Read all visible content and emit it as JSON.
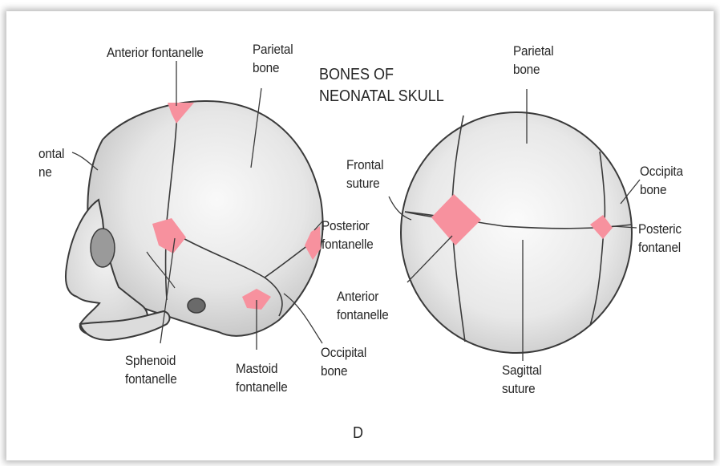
{
  "title": "BONES OF\nNEONATAL SKULL",
  "panel_label": "D",
  "labels": {
    "anterior_fontanelle_top": "Anterior fontanelle",
    "parietal_bone_left": "Parietal\nbone",
    "frontal_bone_left": "ontal\nne",
    "sphenoid_fontanelle": "Sphenoid\nfontanelle",
    "mastoid_fontanelle": "Mastoid\nfontanelle",
    "occipital_bone_left": "Occipital\nbone",
    "posterior_fontanelle_left": "Posterior\nfontanelle",
    "parietal_bone_right": "Parietal\nbone",
    "frontal_suture": "Frontal\nsuture",
    "anterior_fontanelle_right": "Anterior\nfontanelle",
    "sagittal_suture": "Sagittal\nsuture",
    "occipital_bone_right": "Occipita\nbone",
    "posterior_fontanelle_right": "Posteric\nfontanel"
  },
  "colors": {
    "fontanelle": "#f7919e",
    "bone": "#ebebeb",
    "outline": "#3a3a3a"
  }
}
